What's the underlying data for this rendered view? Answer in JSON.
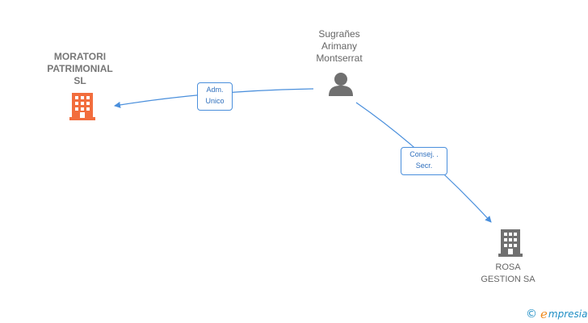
{
  "nodes": {
    "company_main": {
      "lines": [
        "MORATORI",
        "PATRIMONIAL",
        "SL"
      ],
      "icon": "building-icon",
      "color": "#f26d3d"
    },
    "person": {
      "lines": [
        "Sugrañes",
        "Arimany",
        "Montserrat"
      ],
      "icon": "person-icon",
      "color": "#707070"
    },
    "company_second": {
      "lines": [
        "ROSA",
        "GESTION SA"
      ],
      "icon": "building-icon",
      "color": "#707070"
    }
  },
  "edges": [
    {
      "from": "person",
      "to": "company_main",
      "label_lines": [
        "Adm.",
        "Unico"
      ]
    },
    {
      "from": "person",
      "to": "company_second",
      "label_lines": [
        "Consej. .",
        "Secr."
      ]
    }
  ],
  "edge_color": "#4a8fdc",
  "brand": {
    "copyright_symbol": "©",
    "name_first_letter": "e",
    "name_rest": "mpresia",
    "accent_color": "#f08a1c",
    "text_color": "#1f8ec5"
  }
}
